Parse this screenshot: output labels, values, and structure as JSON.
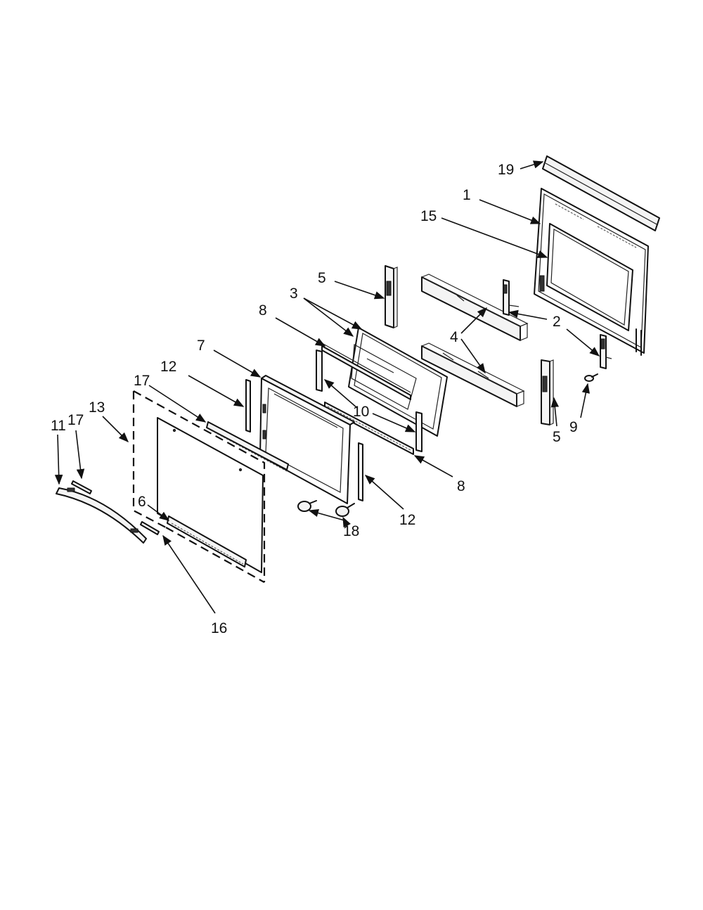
{
  "callouts": [
    {
      "id": "c19",
      "label": "19"
    },
    {
      "id": "c1",
      "label": "1"
    },
    {
      "id": "c15",
      "label": "15"
    },
    {
      "id": "c5a",
      "label": "5"
    },
    {
      "id": "c3",
      "label": "3"
    },
    {
      "id": "c8a",
      "label": "8"
    },
    {
      "id": "c4",
      "label": "4"
    },
    {
      "id": "c2",
      "label": "2"
    },
    {
      "id": "c7",
      "label": "7"
    },
    {
      "id": "c12a",
      "label": "12"
    },
    {
      "id": "c17a",
      "label": "17"
    },
    {
      "id": "c13",
      "label": "13"
    },
    {
      "id": "c11",
      "label": "11"
    },
    {
      "id": "c17b",
      "label": "17"
    },
    {
      "id": "c10",
      "label": "10"
    },
    {
      "id": "c5b",
      "label": "5"
    },
    {
      "id": "c9",
      "label": "9"
    },
    {
      "id": "c8b",
      "label": "8"
    },
    {
      "id": "c12b",
      "label": "12"
    },
    {
      "id": "c6",
      "label": "6"
    },
    {
      "id": "c18",
      "label": "18"
    },
    {
      "id": "c16",
      "label": "16"
    }
  ]
}
